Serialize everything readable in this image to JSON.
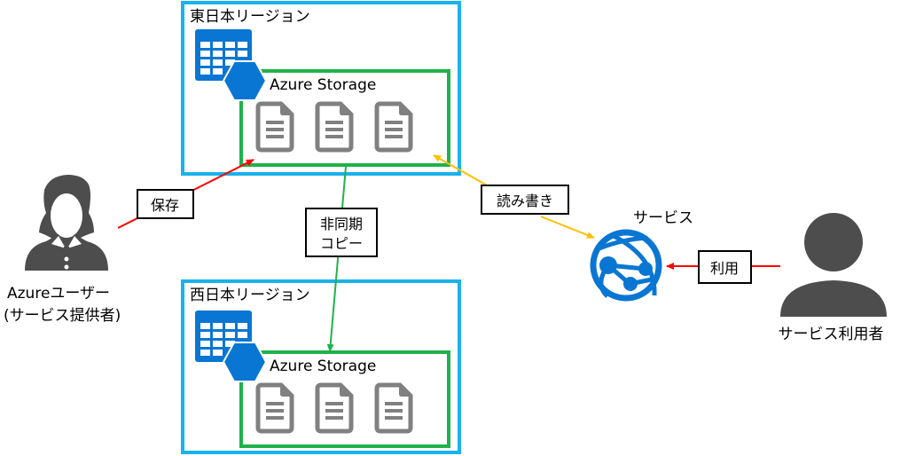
{
  "diagram": {
    "regions": [
      {
        "id": "east",
        "label": "東日本リージョン",
        "storage_label": "Azure Storage",
        "files": 3
      },
      {
        "id": "west",
        "label": "西日本リージョン",
        "storage_label": "Azure Storage",
        "files": 3
      }
    ],
    "actors": {
      "provider": {
        "line1": "Azureユーザー",
        "line2": "(サービス提供者)"
      },
      "service": {
        "label": "サービス"
      },
      "consumer": {
        "label": "サービス利用者"
      }
    },
    "edges": {
      "save": {
        "label": "保存",
        "color": "#ff0000"
      },
      "async_copy": {
        "line1": "非同期",
        "line2": "コピー",
        "color": "#1fb24a"
      },
      "read_write": {
        "label": "読み書き",
        "color": "#ffc000"
      },
      "use": {
        "label": "利用",
        "color": "#ff0000"
      }
    },
    "colors": {
      "region_border": "#1ab2ec",
      "storage_border": "#1fb24a",
      "azure_blue": "#0a76d3",
      "file_gray": "#808080",
      "person_gray": "#4d4d4d"
    }
  }
}
